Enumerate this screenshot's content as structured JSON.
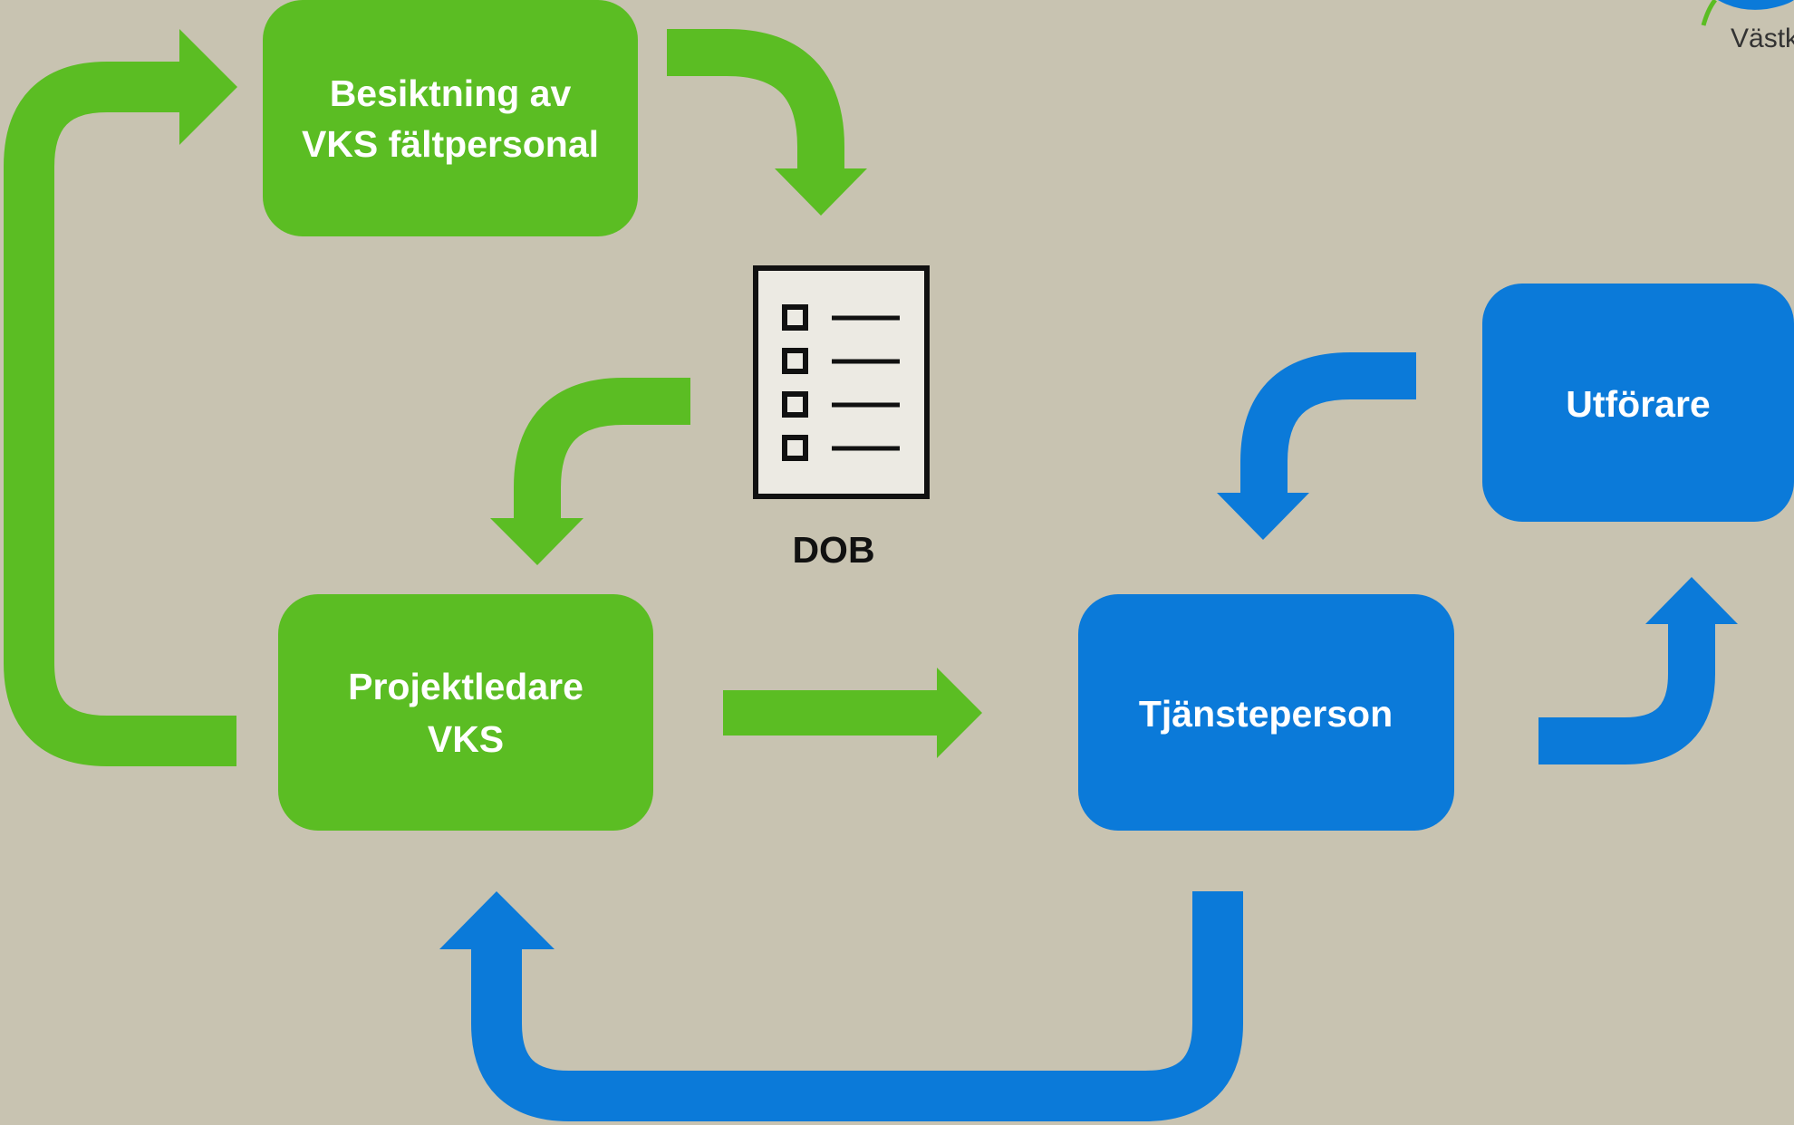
{
  "colors": {
    "background": "#c8c3b1",
    "green": "#5bbd23",
    "blue": "#0b7ad9",
    "document_fill": "#eceae3",
    "document_stroke": "#111111"
  },
  "nodes": {
    "inspection": {
      "line1": "Besiktning av",
      "line2": "VKS fältpersonal"
    },
    "project_manager": {
      "line1": "Projektledare",
      "line2": "VKS"
    },
    "official": {
      "label": "Tjänsteperson"
    },
    "contractor": {
      "label": "Utförare"
    }
  },
  "document": {
    "label": "DOB",
    "icon": "checklist-document-icon"
  },
  "logo": {
    "text": "Västk"
  }
}
